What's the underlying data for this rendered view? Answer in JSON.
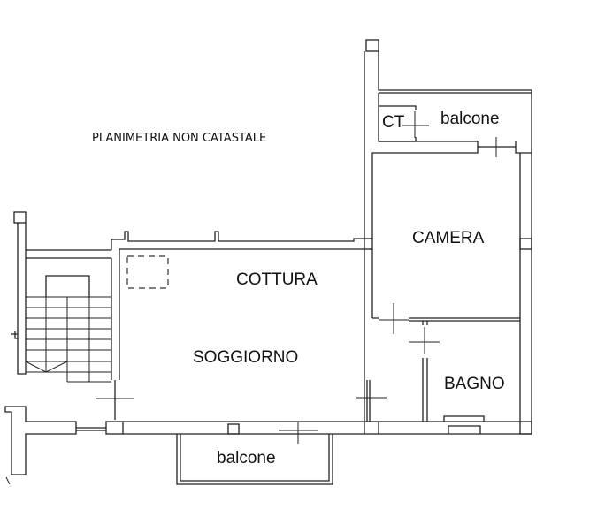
{
  "title": "PLANIMETRIA NON CATASTALE",
  "rooms": {
    "ct": "CT",
    "balcone_top": "balcone",
    "camera": "CAMERA",
    "cottura": "COTTURA",
    "soggiorno": "SOGGIORNO",
    "bagno": "BAGNO",
    "balcone_bottom": "balcone"
  }
}
